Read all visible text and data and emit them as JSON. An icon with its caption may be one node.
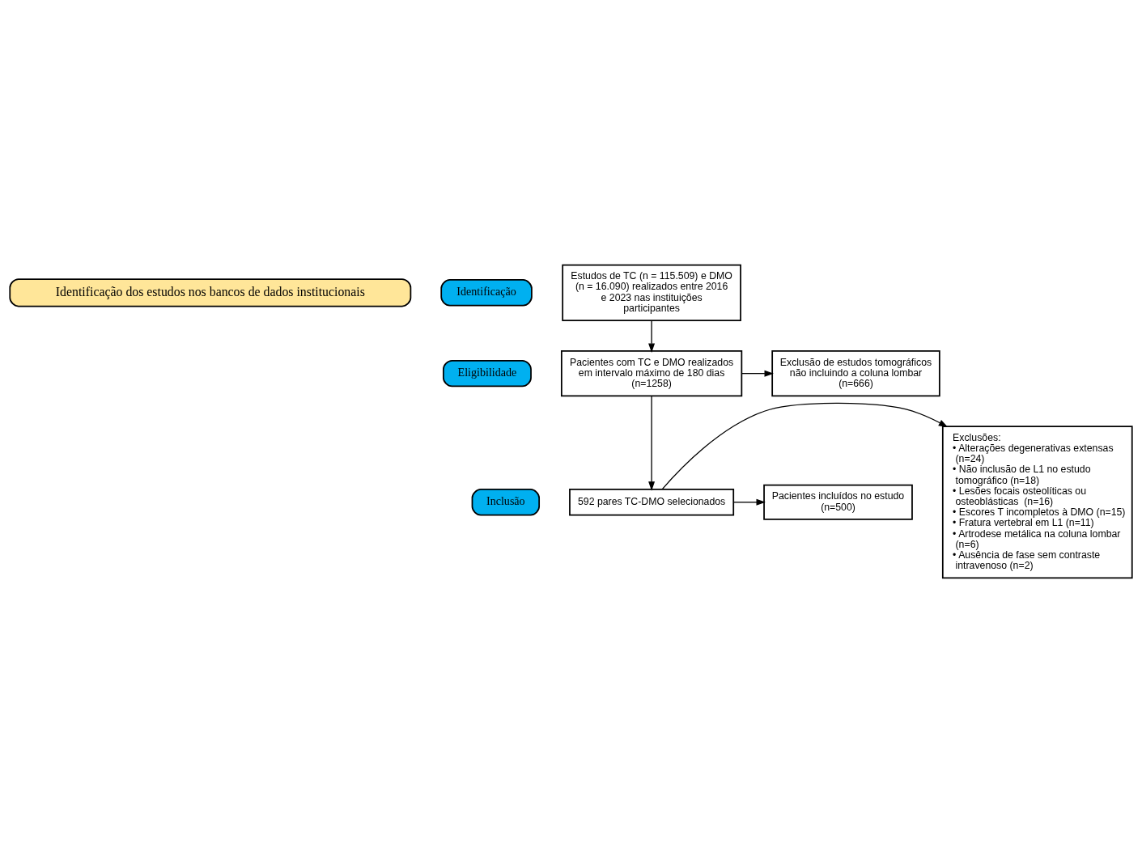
{
  "diagram": {
    "nodes": [
      {
        "text": [
          "Identificação dos estudos nos bancos de dados institucionais"
        ]
      },
      {
        "text": [
          "Identificação"
        ]
      },
      {
        "text": [
          "Eligibilidade"
        ]
      },
      {
        "text": [
          "Inclusão"
        ]
      },
      {
        "text": [
          "Estudos de TC (n = 115.509) e DMO (n = 16.090) realizados entre 2016 e 2023 nas instituições participantes"
        ]
      },
      {
        "text": [
          "Exclusão de estudos tomográficos não incluindo a coluna lombar (n=666)"
        ]
      },
      {
        "text": [
          "Pacientes com TC e DMO realizados em intervalo máximo de 180 dias (n=1258)"
        ]
      },
      {
        "text": [
          "Exclusões:",
          "• Alterações degenerativas extensas (n=24)",
          "• Não inclusão de L1 no estudo tomográfico (n=18)",
          "• Lesões focais osteolíticas ou osteoblásticas  (n=16)",
          "• Escores T incompletos à DMO (n=15)",
          "• Fratura vertebral em L1 (n=11)",
          "• Artrodese metálica na coluna lombar (n=6)",
          "• Ausência de fase sem contraste intravenoso (n=2)"
        ]
      },
      {
        "text": [
          "592 pares TC-DMO selecionados"
        ]
      },
      {
        "text": [
          "Pacientes incluídos no estudo (n=500)"
        ]
      }
    ],
    "edges": [
      {
        "from": 4,
        "to": 6,
        "arrow": "to"
      },
      {
        "from": 6,
        "to": 5,
        "arrow": "to"
      },
      {
        "from": 6,
        "to": 8,
        "arrow": "to"
      },
      {
        "from": 8,
        "to": 7,
        "arrow": "to"
      },
      {
        "from": 8,
        "to": 9,
        "arrow": "to"
      }
    ]
  }
}
